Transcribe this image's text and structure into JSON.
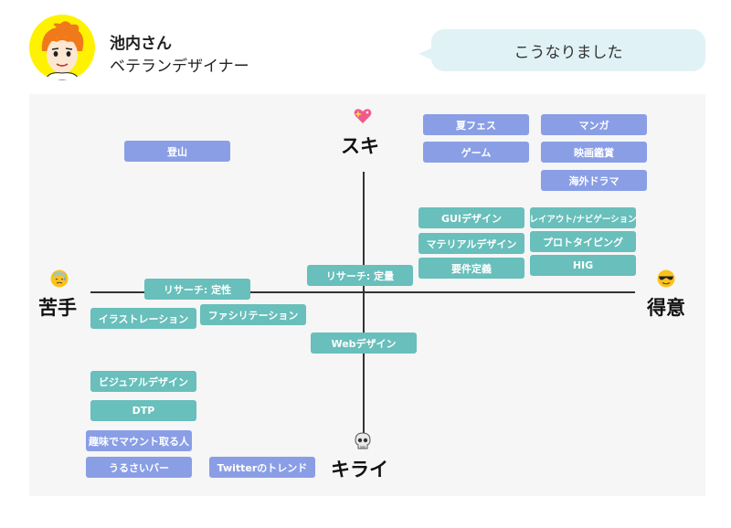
{
  "profile": {
    "name": "池内さん",
    "title": "ベテランデザイナー"
  },
  "bubble": {
    "text": "こうなりました"
  },
  "axes": {
    "top": "スキ",
    "bottom": "キライ",
    "left": "苦手",
    "right": "得意"
  },
  "icons": {
    "top": "sparkling-heart-icon",
    "bottom": "skull-icon",
    "left": "sweat-face-icon",
    "right": "sunglasses-face-icon"
  },
  "colors": {
    "like_chip": "#8a9ee6",
    "skill_chip": "#68bfbb",
    "bubble": "#e1f2f6",
    "avatar_bg": "#fff200"
  },
  "items": {
    "tozan": "登山",
    "natsufes": "夏フェス",
    "manga": "マンガ",
    "game": "ゲーム",
    "eiga": "映画鑑賞",
    "kaigai_drama": "海外ドラマ",
    "gui_design": "GUIデザイン",
    "layout_nav": "レイアウト/ナビゲーション",
    "material_design": "マテリアルデザイン",
    "prototyping": "プロトタイピング",
    "youken": "要件定義",
    "hig": "HIG",
    "research_quant": "リサーチ: 定量",
    "research_qual": "リサーチ: 定性",
    "illustration": "イラストレーション",
    "facilitation": "ファシリテーション",
    "web_design": "Webデザイン",
    "visual_design": "ビジュアルデザイン",
    "dtp": "DTP",
    "mount": "趣味でマウント取る人",
    "urusai_bar": "うるさいバー",
    "twitter_trend": "Twitterのトレンド"
  }
}
